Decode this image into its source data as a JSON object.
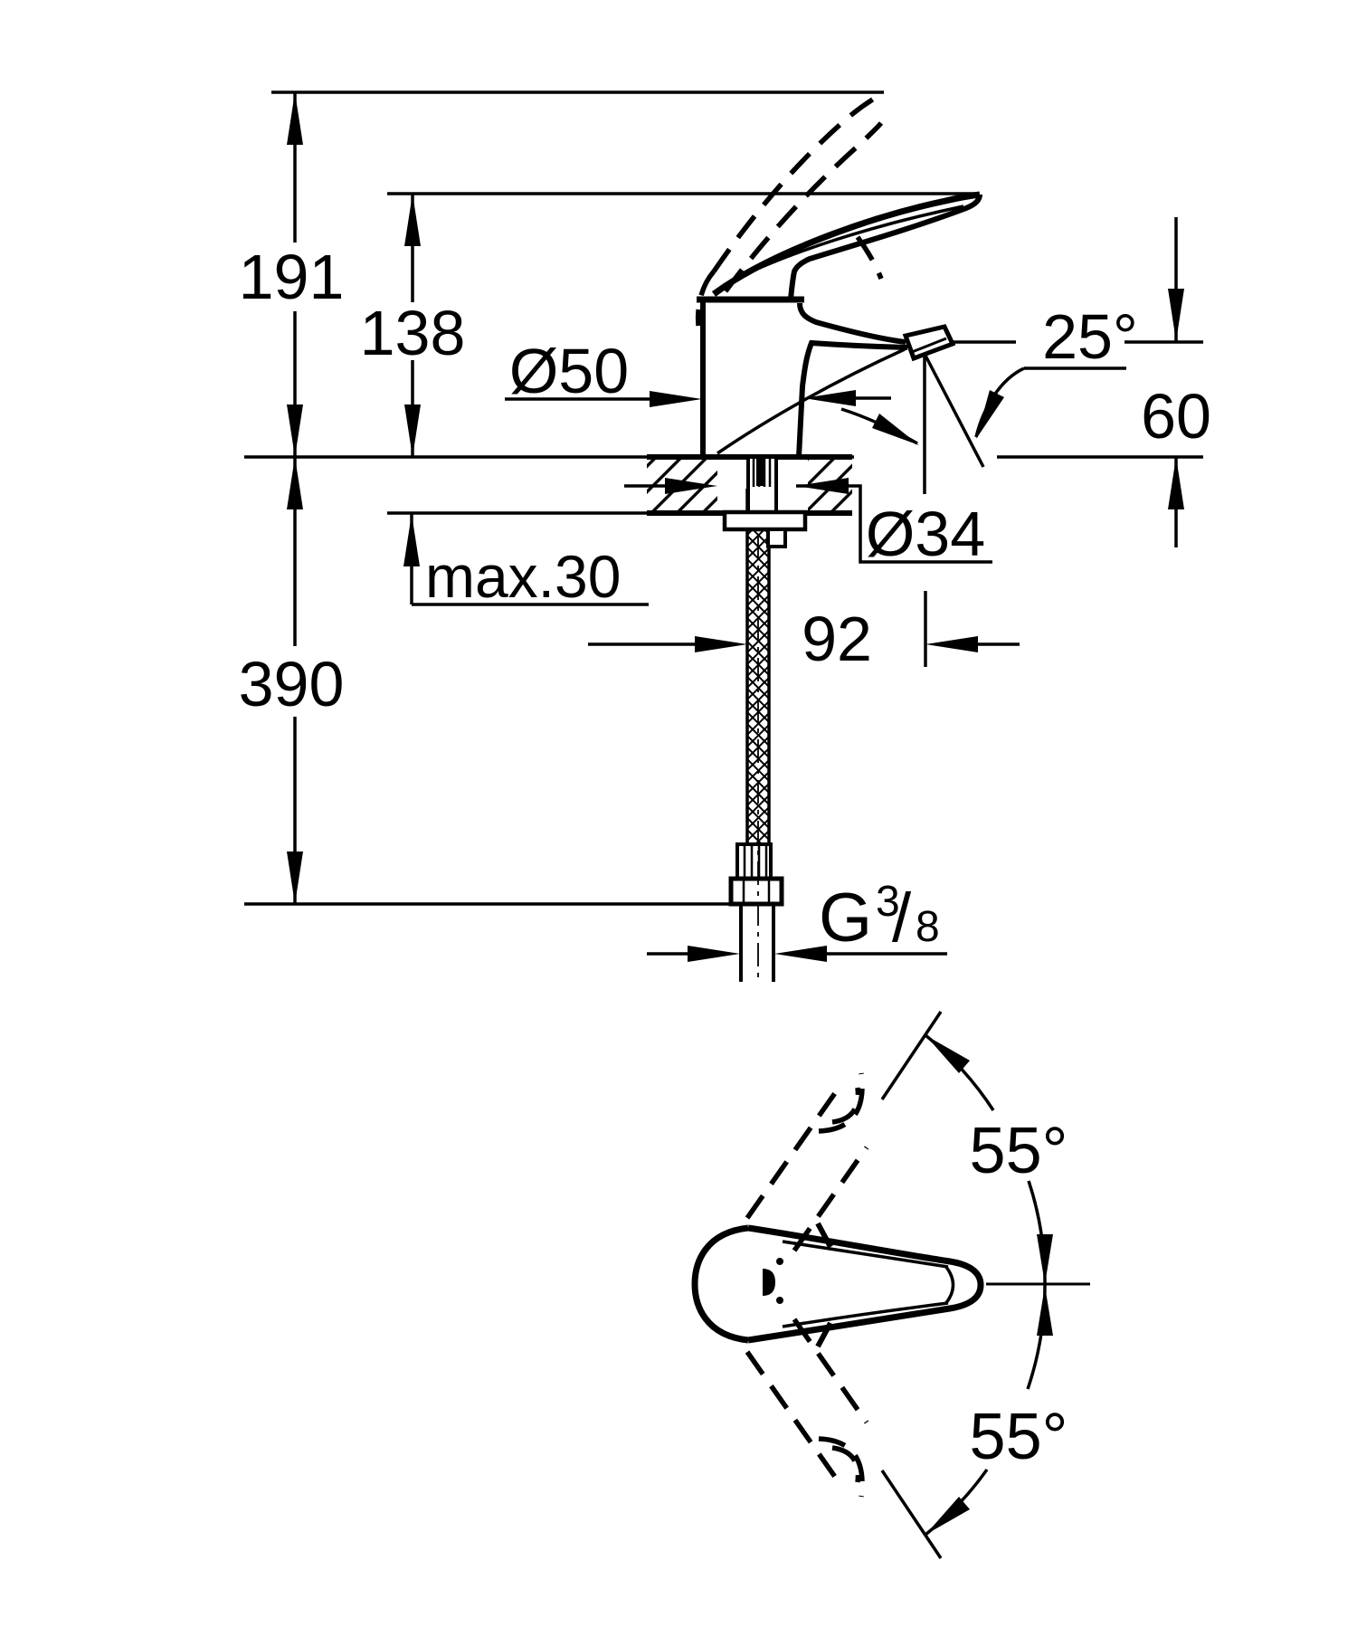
{
  "drawing": {
    "product": "single-lever basin mixer - dimensional installation drawing",
    "views": [
      "side elevation with deck cross-section",
      "plan view of handle swing"
    ],
    "ink_color": "#000000",
    "paper_color": "#ffffff"
  },
  "labels": {
    "overall_height": "191",
    "lever_height": "138",
    "body_diameter": "Ø50",
    "spout_angle": "25°",
    "outlet_height": "60",
    "mounting_hole_diameter": "Ø34",
    "deck_thickness": "max.30",
    "spout_reach": "92",
    "hose_length": "390",
    "thread_prefix": "G",
    "thread_numerator": "3",
    "thread_slash": "/",
    "thread_denominator": "8",
    "swing_upper": "55°",
    "swing_lower": "55°"
  }
}
